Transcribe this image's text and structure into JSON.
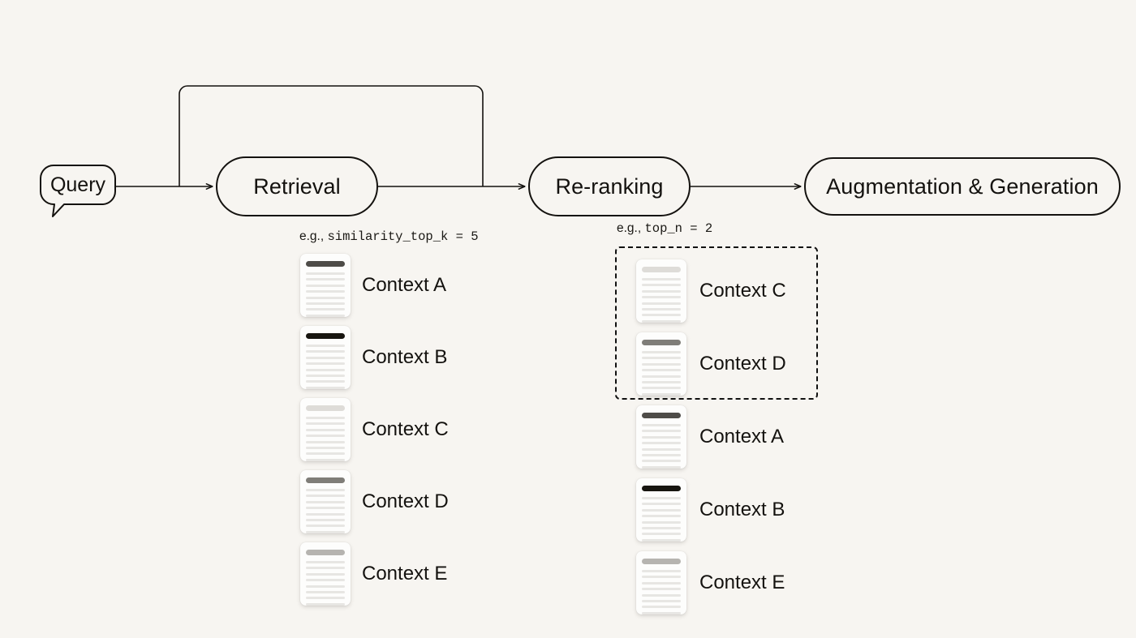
{
  "diagram": {
    "title": "RAG pipeline with retrieval, re-ranking, augmentation and generation",
    "background_color": "#f7f5f1",
    "stroke_color": "#14120f"
  },
  "pipeline": {
    "nodes": [
      {
        "id": "query",
        "label": "Query",
        "shape": "speech-bubble"
      },
      {
        "id": "retrieval",
        "label": "Retrieval",
        "shape": "rounded-rect"
      },
      {
        "id": "rerank",
        "label": "Re-ranking",
        "shape": "rounded-rect"
      },
      {
        "id": "augment",
        "label": "Augmentation & Generation",
        "shape": "rounded-rect"
      }
    ]
  },
  "params": {
    "retrieval": {
      "prefix": "e.g., ",
      "expression": "similarity_top_k = 5",
      "key": "similarity_top_k",
      "value": 5
    },
    "rerank": {
      "prefix": "e.g., ",
      "expression": "top_n = 2",
      "key": "top_n",
      "value": 2
    }
  },
  "selection_box": {
    "style": "dashed",
    "encloses": [
      "Context C",
      "Context D"
    ],
    "count": 2
  },
  "retrieved_contexts": [
    {
      "label": "Context A",
      "bar_color": "#4e4c48"
    },
    {
      "label": "Context B",
      "bar_color": "#17150f"
    },
    {
      "label": "Context C",
      "bar_color": "#dedcd8"
    },
    {
      "label": "Context D",
      "bar_color": "#7f7d78"
    },
    {
      "label": "Context E",
      "bar_color": "#b6b4b0"
    }
  ],
  "reranked_contexts": [
    {
      "label": "Context C",
      "bar_color": "#dedcd8",
      "selected": true
    },
    {
      "label": "Context D",
      "bar_color": "#7f7d78",
      "selected": true
    },
    {
      "label": "Context A",
      "bar_color": "#4e4c48",
      "selected": false
    },
    {
      "label": "Context B",
      "bar_color": "#17150f",
      "selected": false
    },
    {
      "label": "Context E",
      "bar_color": "#b6b4b0",
      "selected": false
    }
  ]
}
